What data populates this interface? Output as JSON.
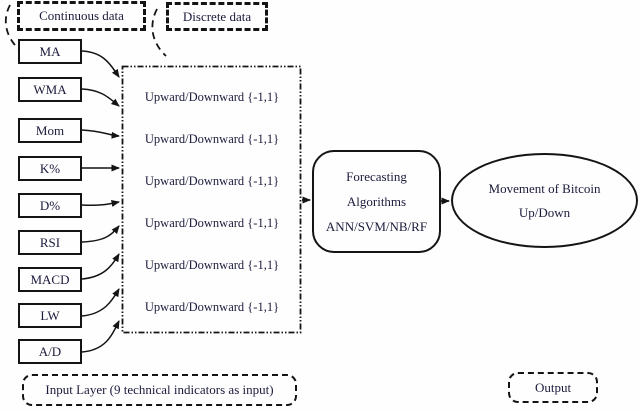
{
  "labels": {
    "continuous_data": "Continuous data",
    "discrete_data": "Discrete data"
  },
  "indicators": [
    "MA",
    "WMA",
    "Mom",
    "K%",
    "D%",
    "RSI",
    "MACD",
    "LW",
    "A/D"
  ],
  "discretization": {
    "lines": [
      "Upward/Downward {-1,1}",
      "Upward/Downward {-1,1}",
      "Upward/Downward {-1,1}",
      "Upward/Downward {-1,1}",
      "Upward/Downward {-1,1}",
      "Upward/Downward {-1,1}"
    ]
  },
  "forecasting": {
    "lines": [
      "Forecasting",
      "Algorithms",
      "ANN/SVM/NB/RF"
    ]
  },
  "output_node": {
    "lines": [
      "Movement of Bitcoin",
      "Up/Down"
    ]
  },
  "captions": {
    "input_layer": "Input Layer (9 technical indicators as input)",
    "output": "Output"
  },
  "colors": {
    "ink": "#1b1b3c",
    "line": "#141414",
    "background": "#fefefe"
  }
}
